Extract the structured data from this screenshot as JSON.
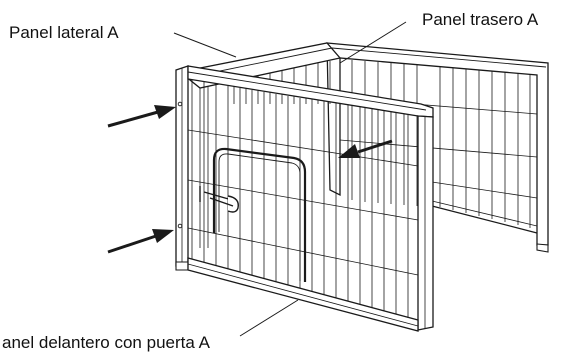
{
  "labels": {
    "side_panel": "Panel lateral A",
    "back_panel": "Panel trasero A",
    "front_panel": "anel delantero con puerta A"
  },
  "colors": {
    "line": "#1a1a1a",
    "frame_fill": "#ffffff",
    "background": "#ffffff"
  }
}
